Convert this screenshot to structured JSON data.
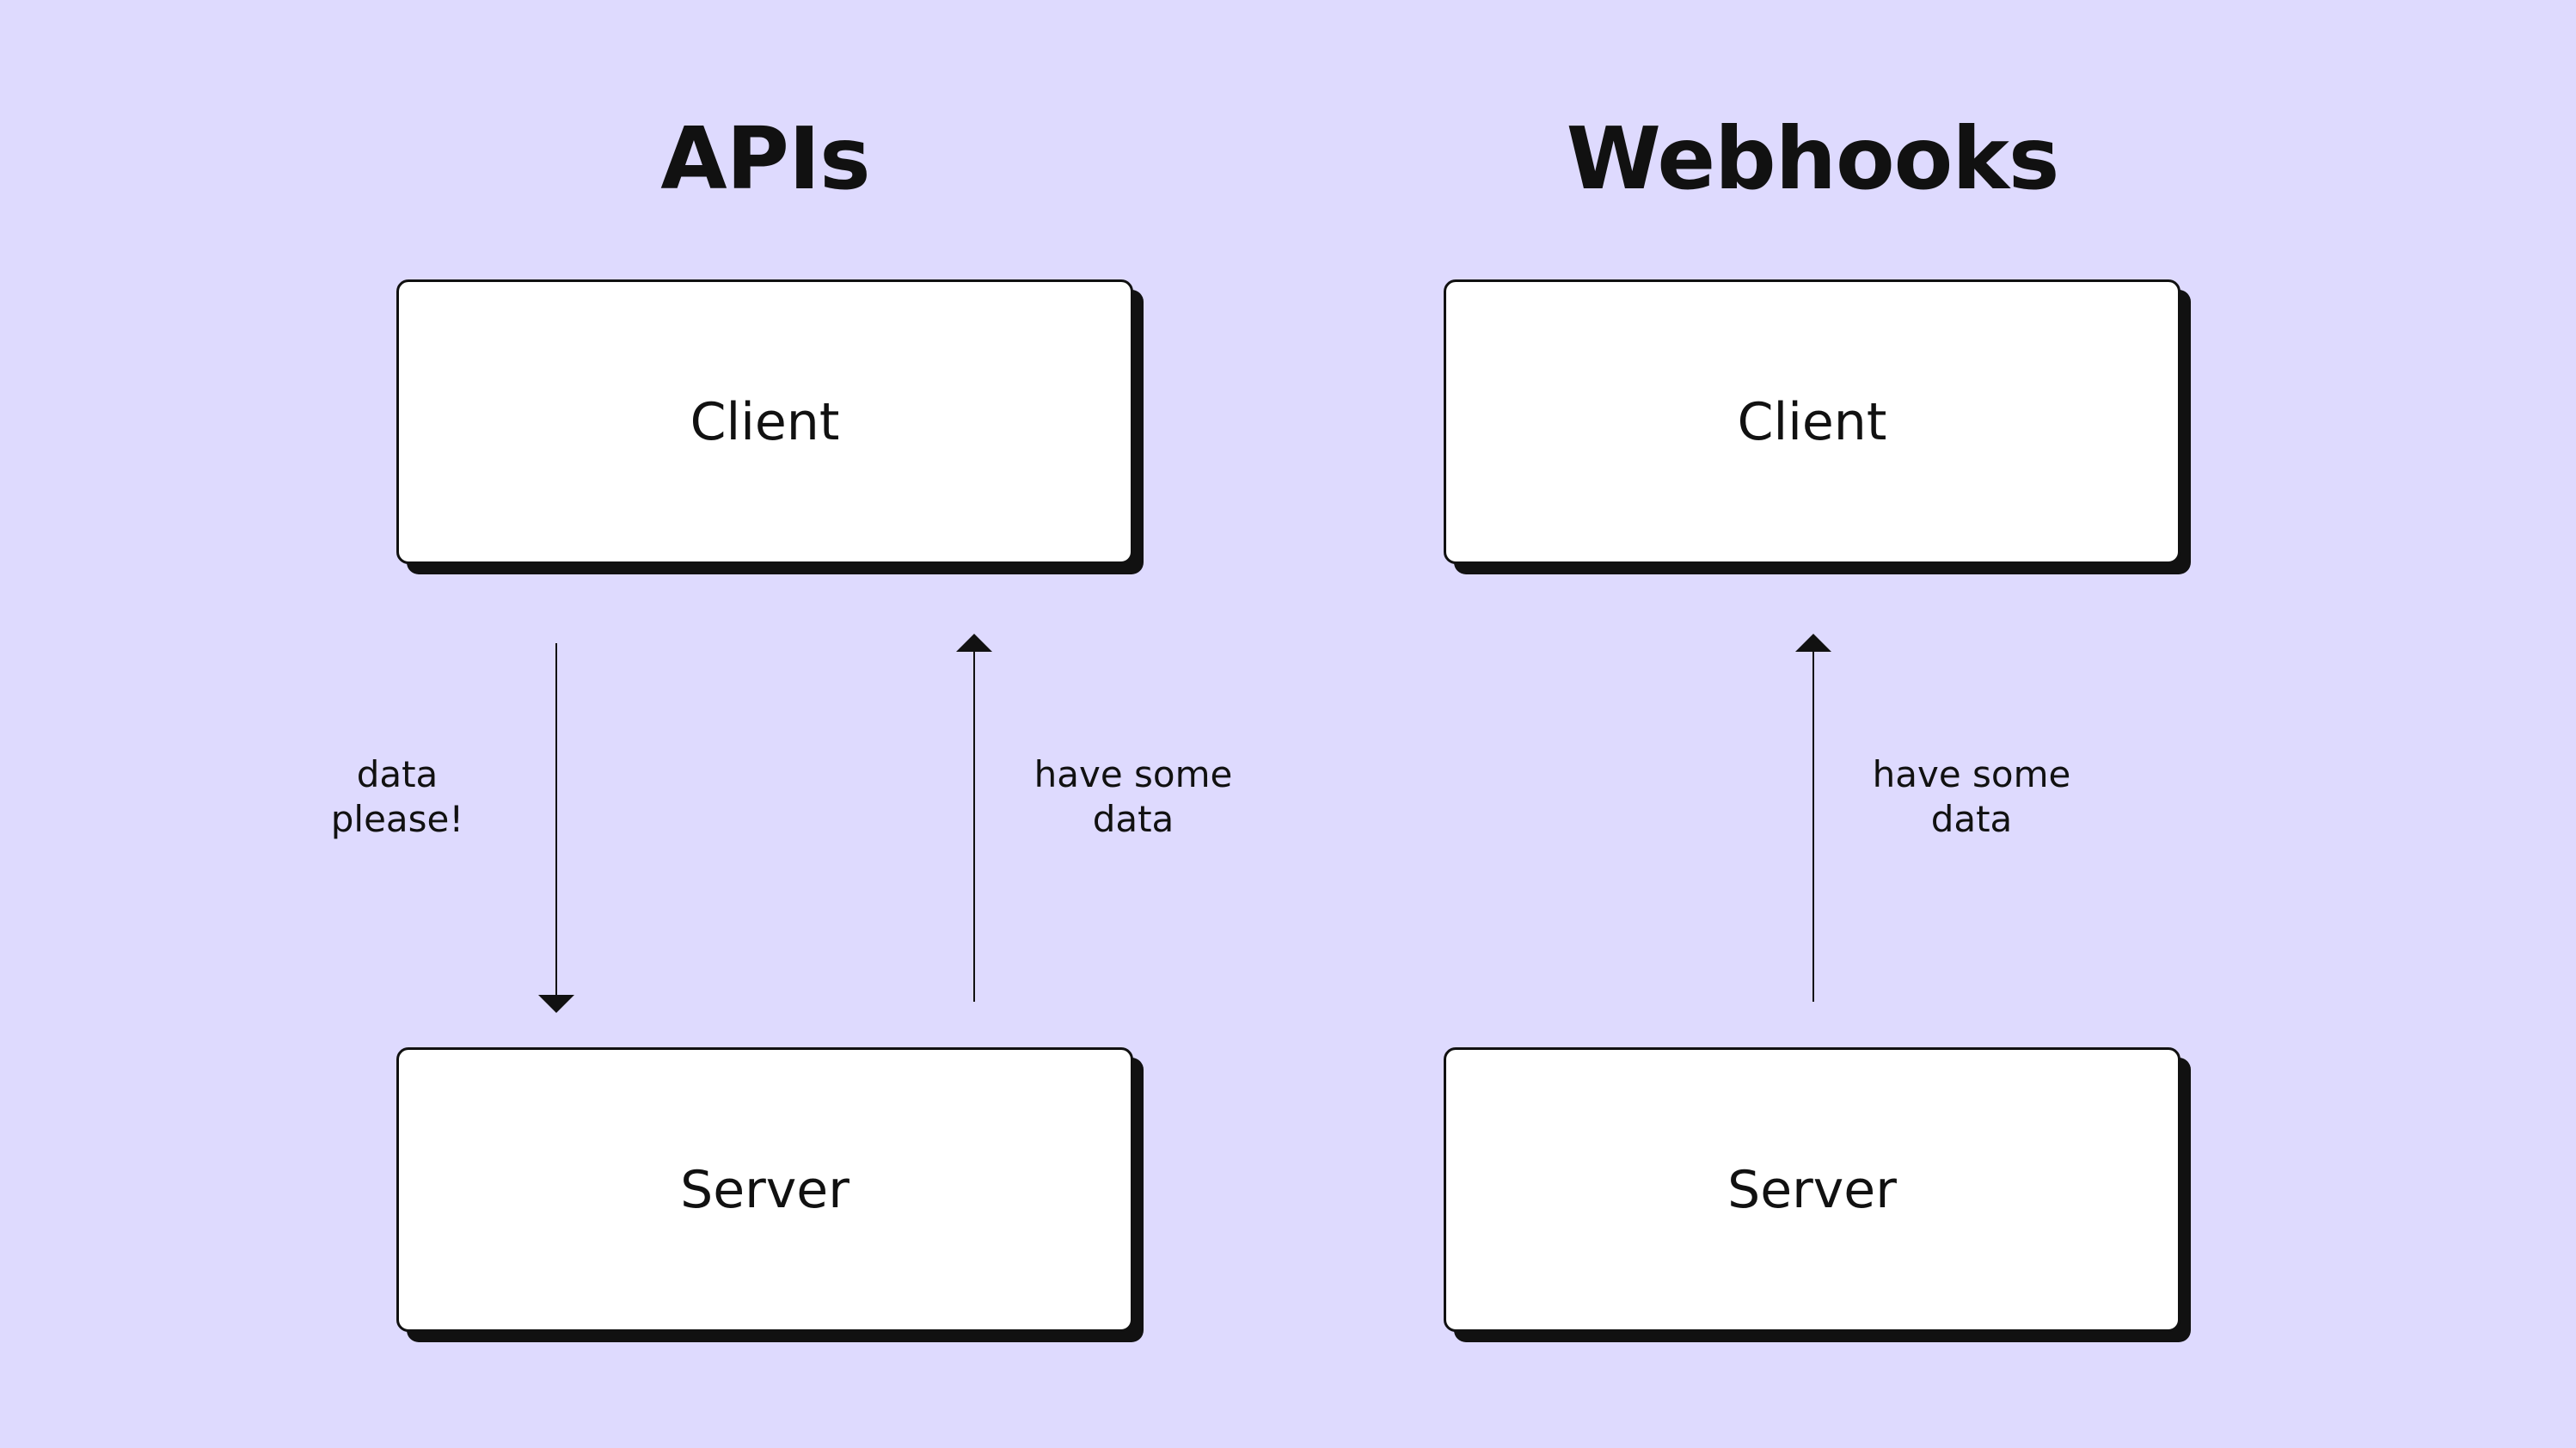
{
  "apis": {
    "title": "APIs",
    "client_label": "Client",
    "server_label": "Server",
    "request_label_line1": "data",
    "request_label_line2": "please!",
    "response_label_line1": "have some",
    "response_label_line2": "data"
  },
  "webhooks": {
    "title": "Webhooks",
    "client_label": "Client",
    "server_label": "Server",
    "push_label_line1": "have some",
    "push_label_line2": "data"
  },
  "colors": {
    "background": "#dedafe",
    "box_fill": "#ffffff",
    "stroke": "#111111"
  }
}
